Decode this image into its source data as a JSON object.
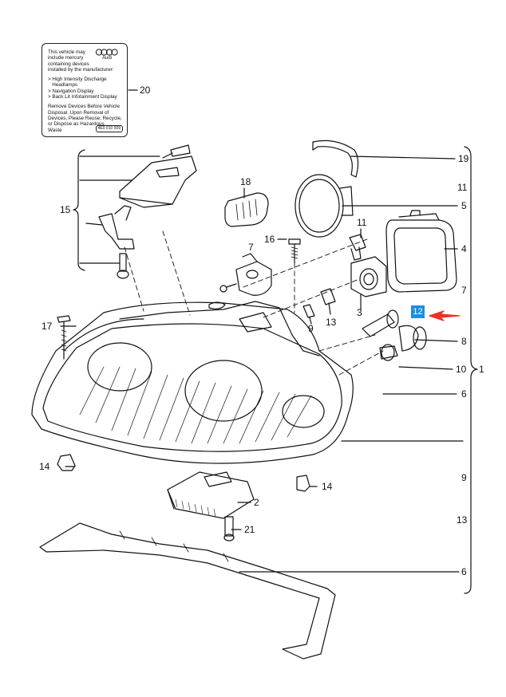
{
  "warning_label": {
    "lines": [
      "This vehicle may",
      "include mercury",
      "containing devices",
      "installed by the manufacturer:"
    ],
    "items": [
      "> High Intensity Discharge",
      "   Headlamps",
      "> Navigation Display",
      "> Back Lit Infotainment Display"
    ],
    "disposal": [
      "Remove Devices Before Vehicle",
      "Disposal. Upon Removal of",
      "Devices, Please Reuse, Recycle,",
      "or Dispose as Hazardous",
      "Waste"
    ],
    "brand": "Audi",
    "code": "4E0 010 509"
  },
  "callouts": {
    "c20": "20",
    "c19": "19",
    "c11r": "11",
    "c5": "5",
    "c4": "4",
    "c7r": "7",
    "c8": "8",
    "c10": "10",
    "c1": "1",
    "c6a": "6",
    "c9r": "9",
    "c13r": "13",
    "c6b": "6",
    "c18": "18",
    "c15": "15",
    "c11": "11",
    "c16": "16",
    "c7": "7",
    "c3": "3",
    "c13": "13",
    "c9": "9",
    "c17": "17",
    "c14a": "14",
    "c14b": "14",
    "c2": "2",
    "c21": "21"
  },
  "highlight": {
    "label": "12",
    "color": "#1a8fe0",
    "arrow_color": "#e8332a"
  }
}
